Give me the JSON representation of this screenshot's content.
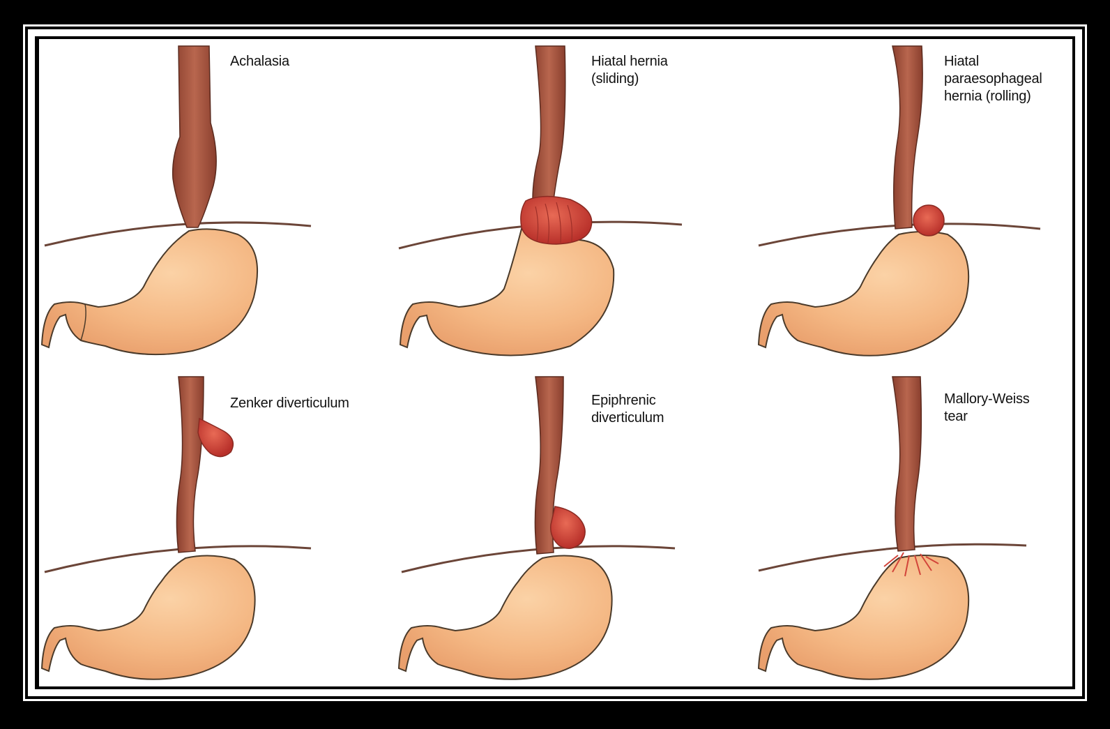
{
  "panels": [
    {
      "id": "achalasia",
      "label": "Achalasia"
    },
    {
      "id": "hiatal-hernia-sliding",
      "label": "Hiatal hernia\n(sliding)"
    },
    {
      "id": "paraesophageal-hernia",
      "label": "Hiatal\nparaesophageal\nhernia (rolling)"
    },
    {
      "id": "zenker-diverticulum",
      "label": "Zenker diverticulum"
    },
    {
      "id": "epiphrenic-diverticulum",
      "label": "Epiphrenic\ndiverticulum"
    },
    {
      "id": "mallory-weiss-tear",
      "label": "Mallory-Weiss\ntear"
    }
  ],
  "colors": {
    "background": "#ffffff",
    "border": "#000000",
    "stomach": "#f6bd8c",
    "stomach_outline": "#4a3a2a",
    "esophagus": "#a8553f",
    "lesion": "#d2443a",
    "diaphragm": "#6b4538"
  }
}
